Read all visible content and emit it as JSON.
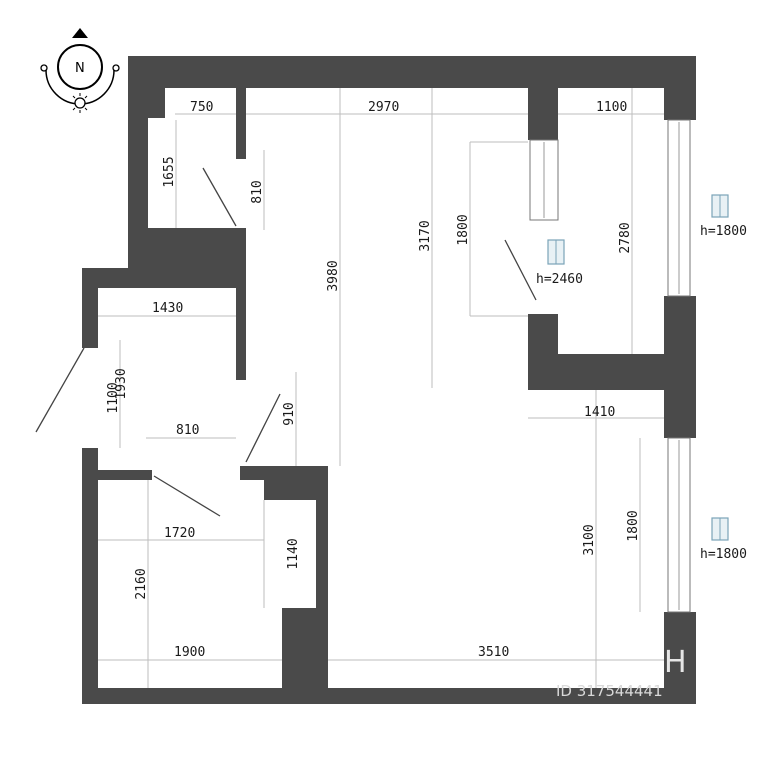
{
  "compass": {
    "north_label": "N"
  },
  "dimensions": [
    {
      "id": "d750",
      "text": "750"
    },
    {
      "id": "d2970",
      "text": "2970"
    },
    {
      "id": "d1100a",
      "text": "1100"
    },
    {
      "id": "d1655",
      "text": "1655"
    },
    {
      "id": "d810v",
      "text": "810"
    },
    {
      "id": "d3980",
      "text": "3980"
    },
    {
      "id": "d3170",
      "text": "3170"
    },
    {
      "id": "d1800a",
      "text": "1800"
    },
    {
      "id": "d2780",
      "text": "2780"
    },
    {
      "id": "d1430",
      "text": "1430"
    },
    {
      "id": "d1930",
      "text": "1930"
    },
    {
      "id": "d1100b",
      "text": "1100"
    },
    {
      "id": "d810h",
      "text": "810"
    },
    {
      "id": "d910",
      "text": "910"
    },
    {
      "id": "d1410",
      "text": "1410"
    },
    {
      "id": "d1720",
      "text": "1720"
    },
    {
      "id": "d1140",
      "text": "1140"
    },
    {
      "id": "d2160",
      "text": "2160"
    },
    {
      "id": "d1800b",
      "text": "1800"
    },
    {
      "id": "d3100",
      "text": "3100"
    },
    {
      "id": "d1900",
      "text": "1900"
    },
    {
      "id": "d3510",
      "text": "3510"
    }
  ],
  "labels": {
    "window_top_height": "h=1800",
    "balcony_door_height": "h=2460",
    "window_bottom_height": "h=1800"
  },
  "watermark": {
    "id_text": "ID 317544441",
    "letter": "H"
  }
}
